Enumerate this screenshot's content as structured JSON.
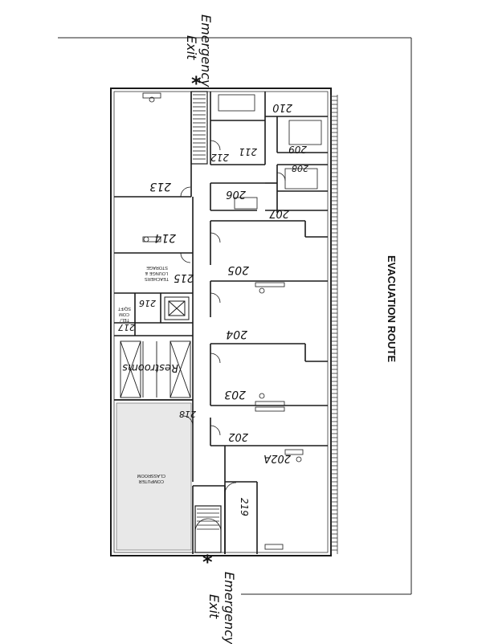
{
  "evacuation_route": "EVACUATION ROUTE",
  "emergency_exit": {
    "line1": "Emergency",
    "line2": "Exit",
    "marker": "*"
  },
  "rooms": {
    "r202": "202",
    "r202a": "202A",
    "r203": "203",
    "r204": "204",
    "r205": "205",
    "r206": "206",
    "r207": "207",
    "r208": "208",
    "r209": "209",
    "r210": "210",
    "r211": "211",
    "r212": "212",
    "r213": "213",
    "r214": "214",
    "r215": "215",
    "r216": "216",
    "r217": "217",
    "r218": "218",
    "r219": "219",
    "restrooms": "Restrooms",
    "teachers_lounge": [
      "TEACHERS",
      "LOUNGE &",
      "STORAGE"
    ],
    "tel_comm": [
      "TEL/",
      "COM",
      "SQ/FT"
    ],
    "computer_classroom": [
      "COMPUTER",
      "CLASSROOM"
    ]
  },
  "colors": {
    "ink": "#1a1a1a",
    "paper": "#ffffff",
    "hatch": "#888888"
  }
}
